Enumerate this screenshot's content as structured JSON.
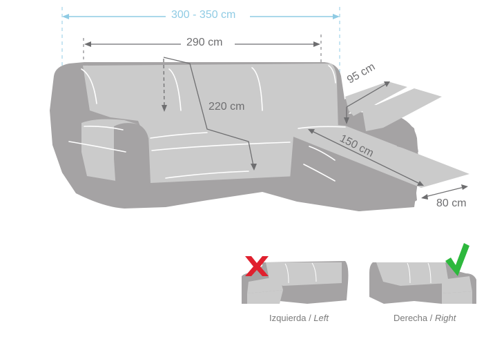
{
  "diagram": {
    "type": "sofa-cover-dimensions",
    "colors": {
      "sofa_dark": "#a5a3a4",
      "cover_light": "#cbcbcb",
      "dimension_line": "#6e6e70",
      "total_width_line": "#8fcbe4",
      "wrong_mark": "#e0202e",
      "right_mark": "#2db83d"
    },
    "dimensions": {
      "total_width": "300 - 350 cm",
      "back_width": "290 cm",
      "seat_depth_total": "220 cm",
      "chaise_back": "95 cm",
      "chaise_length": "150 cm",
      "chaise_width": "80 cm"
    },
    "orientation_options": [
      {
        "label": "Izquierda / ",
        "label_en": "Left",
        "mark": "x-mark",
        "valid": false
      },
      {
        "label": "Derecha / ",
        "label_en": "Right",
        "mark": "check-mark",
        "valid": true
      }
    ]
  }
}
